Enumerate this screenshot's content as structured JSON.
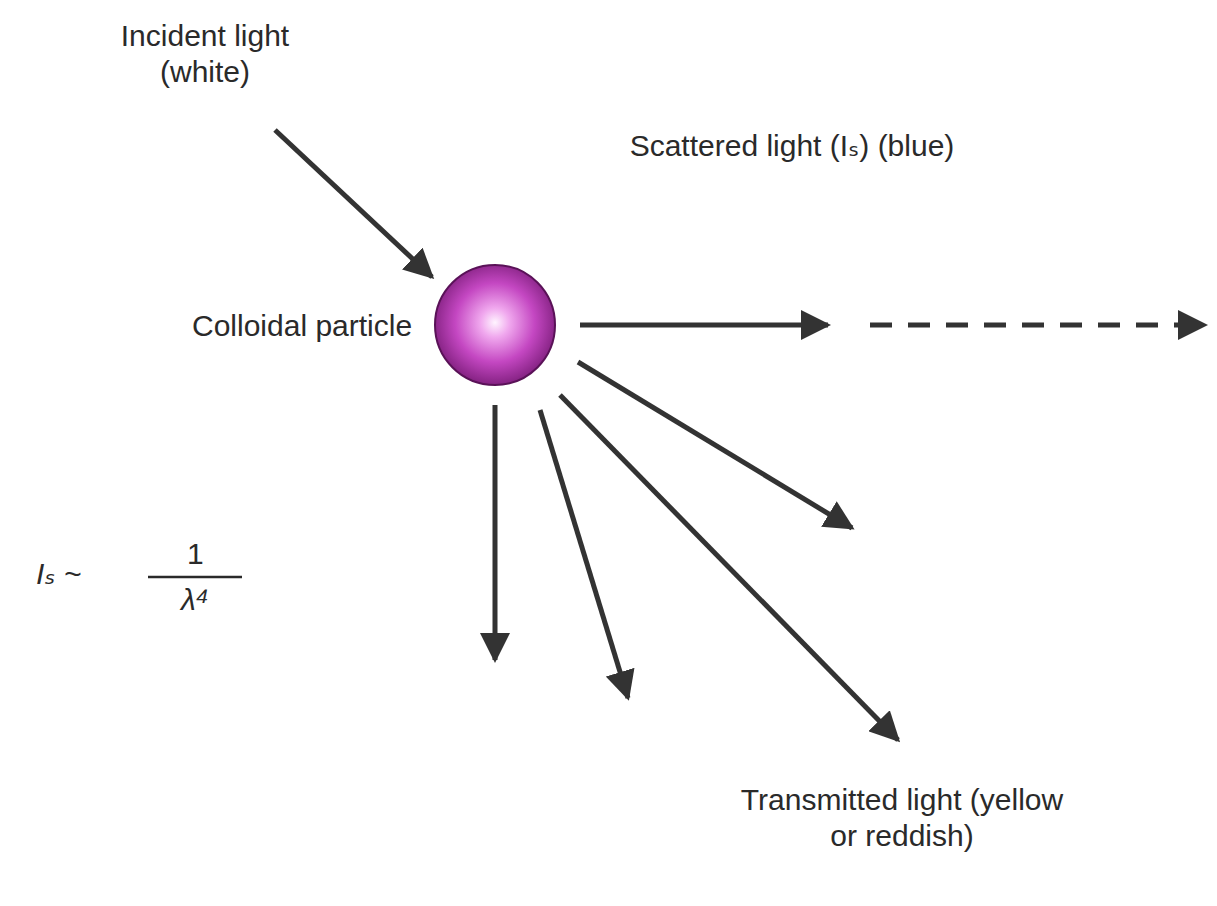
{
  "diagram": {
    "labels": [
      "Incident light (white)",
      "Colloidal particle",
      "Scattered light (Iₛ) (blue)",
      "Transmitted light (yellow or reddish)",
      "Iₛ ~",
      "1",
      "λ⁴"
    ]
  }
}
